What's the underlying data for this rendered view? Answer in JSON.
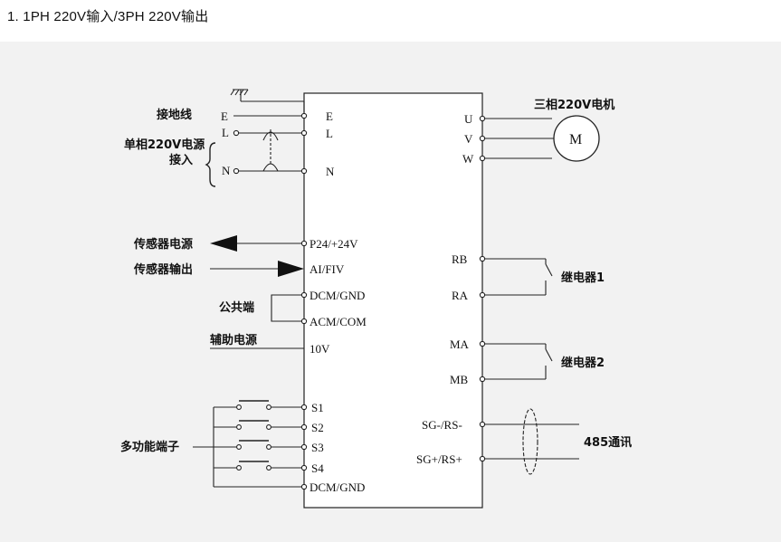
{
  "heading": "1. 1PH 220V输入/3PH 220V输出",
  "left_labels": {
    "ground": "接地线",
    "single_phase_1": "单相220V电源",
    "single_phase_2": "接入",
    "sensor_power": "传感器电源",
    "sensor_output": "传感器输出",
    "common": "公共端",
    "aux_power": "辅助电源",
    "multi_terminal": "多功能端子",
    "ext_E": "E",
    "ext_L": "L",
    "ext_N": "N"
  },
  "left_terminals": {
    "E": "E",
    "L": "L",
    "N": "N",
    "P24": "P24/+24V",
    "AI": "AI/FIV",
    "DCM1": "DCM/GND",
    "ACM": "ACM/COM",
    "V10": "10V",
    "S1": "S1",
    "S2": "S2",
    "S3": "S3",
    "S4": "S4",
    "DCM2": "DCM/GND"
  },
  "right_terminals": {
    "U": "U",
    "V": "V",
    "W": "W",
    "RB": "RB",
    "RA": "RA",
    "MA": "MA",
    "MB": "MB",
    "SG_minus": "SG-/RS-",
    "SG_plus": "SG+/RS+"
  },
  "right_labels": {
    "motor_title": "三相220V电机",
    "motor_symbol": "M",
    "relay1": "继电器1",
    "relay2": "继电器2",
    "comm": "485通讯"
  }
}
